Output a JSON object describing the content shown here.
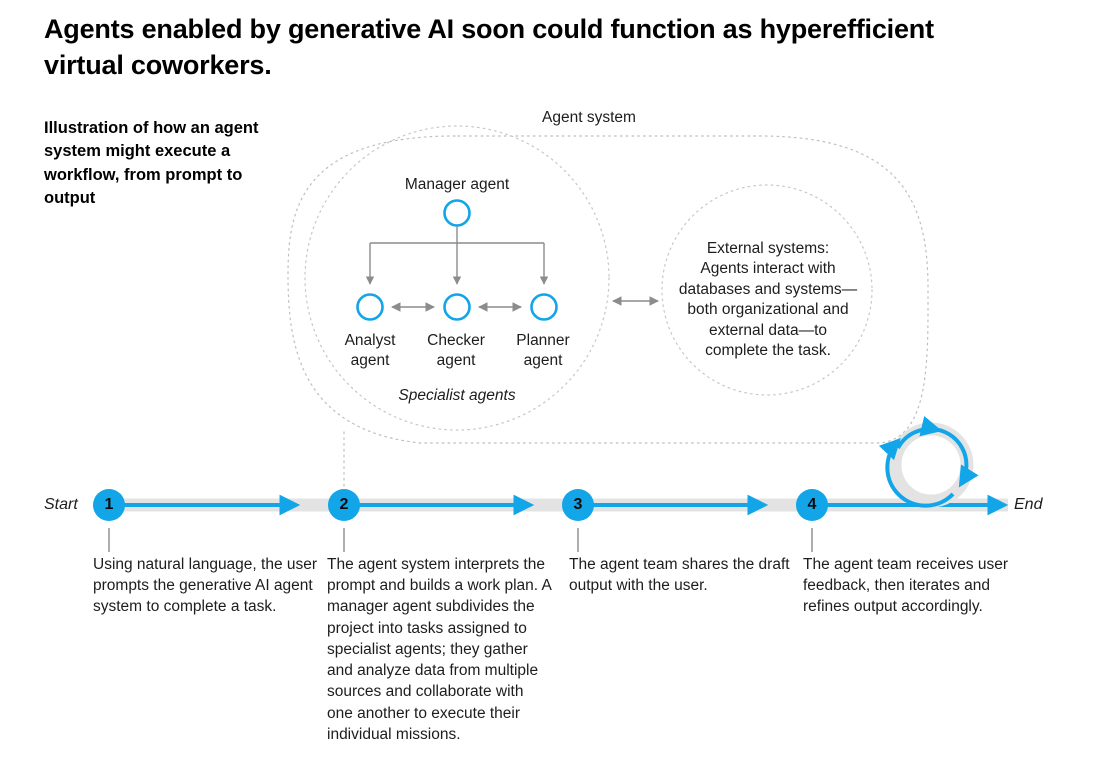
{
  "headline": "Agents enabled by generative AI soon could function as hyperefficient virtual coworkers.",
  "lede": "Illustration of how an agent system might execute a workflow, from prompt to output",
  "colors": {
    "accent_blue": "#12a5e8",
    "track_gray": "#e3e3e3",
    "arrow_gray": "#8c8c8c",
    "dotted_gray": "#bdbdbd",
    "text": "#1d1d1d"
  },
  "diagram": {
    "system_label": "Agent system",
    "manager_label": "Manager agent",
    "specialists_caption": "Specialist agents",
    "specialists": [
      {
        "name": "Analyst agent",
        "line1": "Analyst",
        "line2": "agent"
      },
      {
        "name": "Checker agent",
        "line1": "Checker",
        "line2": "agent"
      },
      {
        "name": "Planner agent",
        "line1": "Planner",
        "line2": "agent"
      }
    ],
    "external_systems": "External systems:\nAgents interact with\ndatabases and systems—\nboth organizational and\nexternal data—to\ncomplete the task."
  },
  "timeline": {
    "start_label": "Start",
    "end_label": "End",
    "steps": [
      {
        "number": "1",
        "caption": "Using natural language, the user prompts the generative AI agent system to complete a task."
      },
      {
        "number": "2",
        "caption": "The agent system interprets the prompt and builds a work plan. A manager agent subdivides the project into tasks assigned to specialist agents; they gather and analyze data from multiple sources and collaborate with one another to execute their individual missions."
      },
      {
        "number": "3",
        "caption": "The agent team shares the draft output with the user."
      },
      {
        "number": "4",
        "caption": "The agent team receives user feedback, then iterates and refines output accordingly."
      }
    ],
    "loop_icon": "refresh-loop-icon"
  }
}
